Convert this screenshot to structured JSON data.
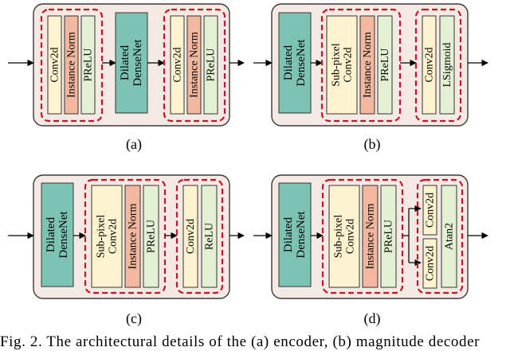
{
  "colors": {
    "panel_fill": "#f5e9e4",
    "panel_stroke": "#3a3a3a",
    "dash_stroke": "#c4162a",
    "conv_fill": "#fdf4cf",
    "norm_fill": "#f2b89f",
    "prelu_fill": "#e3f0d3",
    "dense_fill": "#7cc3b3",
    "line": "#000000"
  },
  "labels": {
    "conv2d": "Conv2d",
    "instance_norm": "Instance Norm",
    "prelu": "PReLU",
    "dilated_densenet_a": [
      "Dilated",
      "DenseNet"
    ],
    "dilated_densenet_b": [
      "Dilated",
      "DenseNet"
    ],
    "subpixel_conv2d": [
      "Sub-pixel",
      "Conv2d"
    ],
    "lsigmoid": "LSigmoid",
    "relu": "ReLU",
    "atan2": "Atan2"
  },
  "subcaptions": {
    "a": "(a)",
    "b": "(b)",
    "c": "(c)",
    "d": "(d)"
  },
  "caption": "Fig. 2.   The architectural details of the (a) encoder, (b) magnitude decoder"
}
